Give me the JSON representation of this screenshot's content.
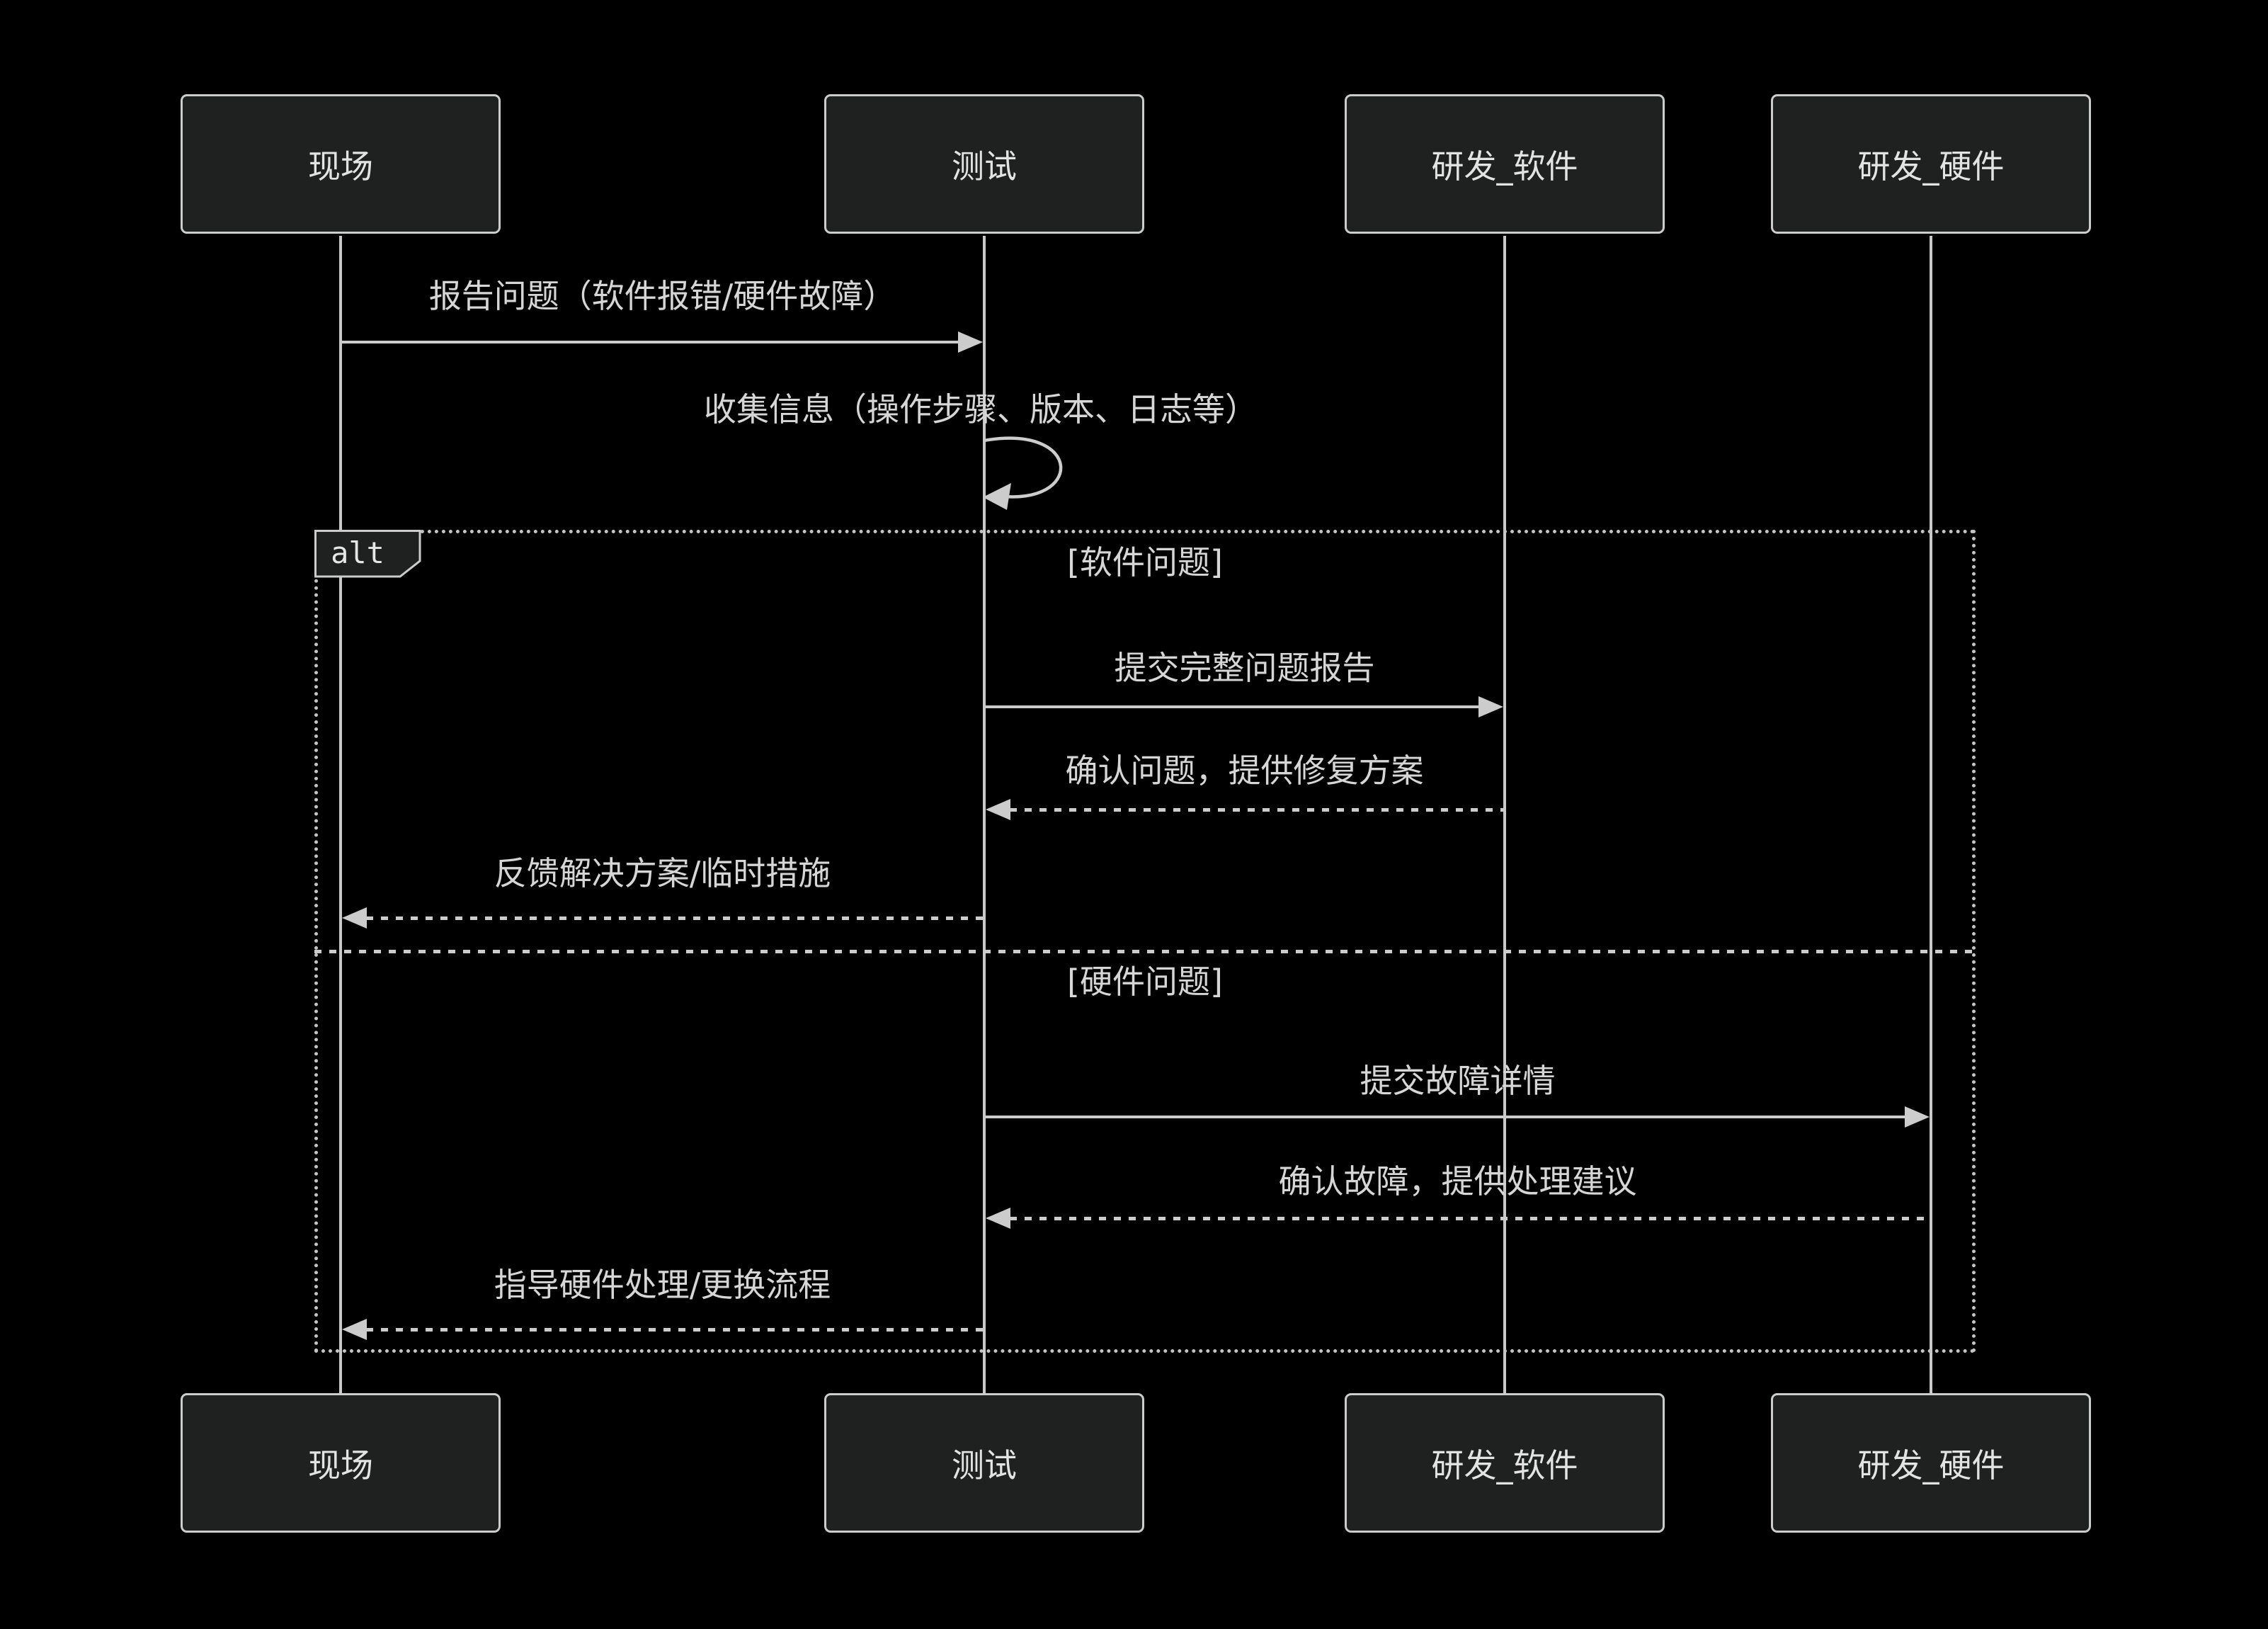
{
  "diagram": {
    "type": "sequence",
    "actors": [
      {
        "id": "site",
        "label": "现场"
      },
      {
        "id": "test",
        "label": "测试"
      },
      {
        "id": "rd-software",
        "label": "研发_软件"
      },
      {
        "id": "rd-hardware",
        "label": "研发_硬件"
      }
    ],
    "messages": [
      {
        "from": "现场",
        "to": "测试",
        "style": "solid",
        "label": "报告问题（软件报错/硬件故障）"
      },
      {
        "from": "测试",
        "to": "测试",
        "style": "self",
        "label": "收集信息（操作步骤、版本、日志等）"
      },
      {
        "from": "测试",
        "to": "研发_软件",
        "style": "solid",
        "label": "提交完整问题报告"
      },
      {
        "from": "研发_软件",
        "to": "测试",
        "style": "dashed",
        "label": "确认问题，提供修复方案"
      },
      {
        "from": "测试",
        "to": "现场",
        "style": "dashed",
        "label": "反馈解决方案/临时措施"
      },
      {
        "from": "测试",
        "to": "研发_硬件",
        "style": "solid",
        "label": "提交故障详情"
      },
      {
        "from": "研发_硬件",
        "to": "测试",
        "style": "dashed",
        "label": "确认故障，提供处理建议"
      },
      {
        "from": "测试",
        "to": "现场",
        "style": "dashed",
        "label": "指导硬件处理/更换流程"
      }
    ],
    "alt": {
      "keyword": "alt",
      "conditions": [
        "[软件问题]",
        "[硬件问题]"
      ]
    },
    "colors": {
      "background": "#000000",
      "actor_fill": "#1f2020",
      "actor_border": "#cccccc",
      "line": "#cccccc",
      "text": "#d6d6d6"
    }
  }
}
